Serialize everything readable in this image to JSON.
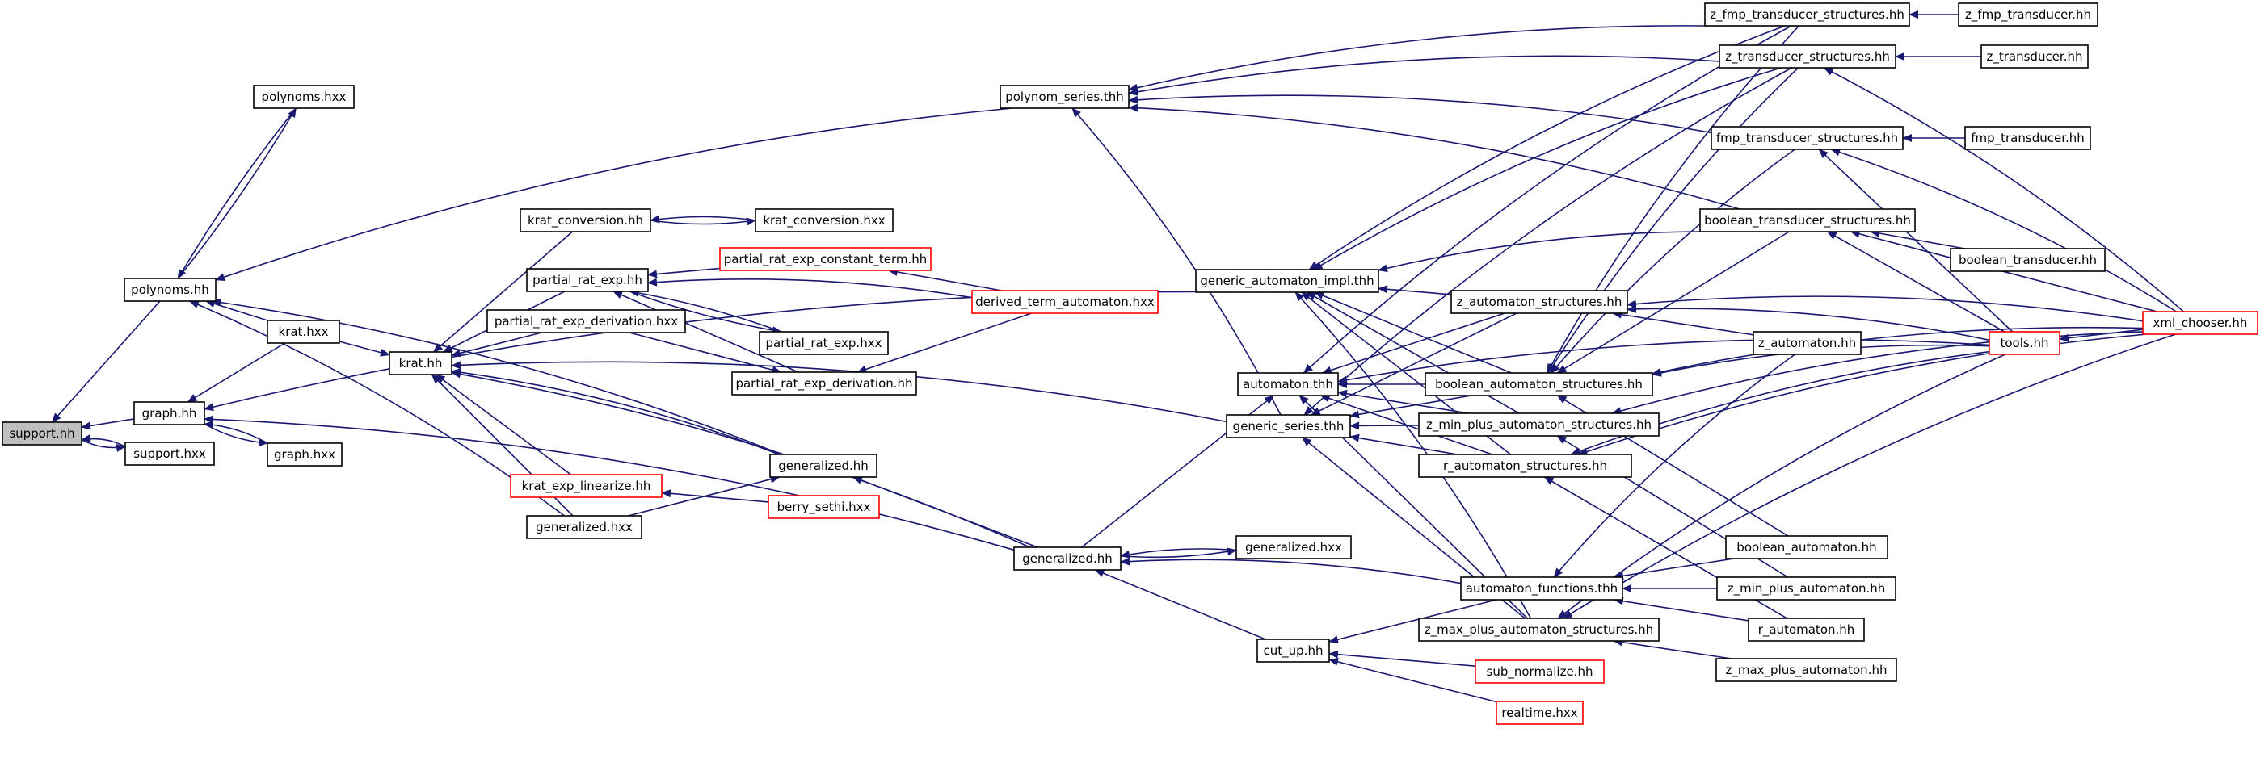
{
  "colors": {
    "edge": "#191970",
    "node_border": "#000000",
    "node_border_incomplete": "#ff0000",
    "root_fill": "#bfbfbf",
    "background": "#ffffff"
  },
  "nodes": [
    {
      "id": "support_hh",
      "label": "support.hh",
      "style": "root"
    },
    {
      "id": "polynoms_hh",
      "label": "polynoms.hh",
      "style": "normal"
    },
    {
      "id": "polynoms_hxx",
      "label": "polynoms.hxx",
      "style": "normal"
    },
    {
      "id": "graph_hh",
      "label": "graph.hh",
      "style": "normal"
    },
    {
      "id": "support_hxx",
      "label": "support.hxx",
      "style": "normal"
    },
    {
      "id": "krat_hxx",
      "label": "krat.hxx",
      "style": "normal"
    },
    {
      "id": "graph_hxx",
      "label": "graph.hxx",
      "style": "normal"
    },
    {
      "id": "krat_hh",
      "label": "krat.hh",
      "style": "normal"
    },
    {
      "id": "krat_conversion_hh",
      "label": "krat_conversion.hh",
      "style": "normal"
    },
    {
      "id": "krat_conversion_hxx",
      "label": "krat_conversion.hxx",
      "style": "normal"
    },
    {
      "id": "partial_rat_exp_hh",
      "label": "partial_rat_exp.hh",
      "style": "normal"
    },
    {
      "id": "partial_rat_exp_constant_term_hh",
      "label": "partial_rat_exp_constant_term.hh",
      "style": "incomplete"
    },
    {
      "id": "derived_term_automaton_hxx",
      "label": "derived_term_automaton.hxx",
      "style": "incomplete"
    },
    {
      "id": "partial_rat_exp_derivation_hxx",
      "label": "partial_rat_exp_derivation.hxx",
      "style": "normal"
    },
    {
      "id": "partial_rat_exp_hxx",
      "label": "partial_rat_exp.hxx",
      "style": "normal"
    },
    {
      "id": "partial_rat_exp_derivation_hh",
      "label": "partial_rat_exp_derivation.hh",
      "style": "normal"
    },
    {
      "id": "krat_exp_linearize_hh",
      "label": "krat_exp_linearize.hh",
      "style": "incomplete"
    },
    {
      "id": "berry_sethi_hxx",
      "label": "berry_sethi.hxx",
      "style": "incomplete"
    },
    {
      "id": "generalized_hh_a",
      "label": "generalized.hh",
      "style": "normal"
    },
    {
      "id": "generalized_hxx_a",
      "label": "generalized.hxx",
      "style": "normal"
    },
    {
      "id": "polynom_series_thh",
      "label": "polynom_series.thh",
      "style": "normal"
    },
    {
      "id": "generic_automaton_impl_thh",
      "label": "generic_automaton_impl.thh",
      "style": "normal"
    },
    {
      "id": "automaton_thh",
      "label": "automaton.thh",
      "style": "normal"
    },
    {
      "id": "generic_series_thh",
      "label": "generic_series.thh",
      "style": "normal"
    },
    {
      "id": "generalized_hh_b",
      "label": "generalized.hh",
      "style": "normal"
    },
    {
      "id": "generalized_hxx_b",
      "label": "generalized.hxx",
      "style": "normal"
    },
    {
      "id": "cut_up_hh",
      "label": "cut_up.hh",
      "style": "normal"
    },
    {
      "id": "z_fmp_transducer_structures_hh",
      "label": "z_fmp_transducer_structures.hh",
      "style": "normal"
    },
    {
      "id": "z_fmp_transducer_hh",
      "label": "z_fmp_transducer.hh",
      "style": "normal"
    },
    {
      "id": "z_transducer_structures_hh",
      "label": "z_transducer_structures.hh",
      "style": "normal"
    },
    {
      "id": "z_transducer_hh",
      "label": "z_transducer.hh",
      "style": "normal"
    },
    {
      "id": "fmp_transducer_structures_hh",
      "label": "fmp_transducer_structures.hh",
      "style": "normal"
    },
    {
      "id": "fmp_transducer_hh",
      "label": "fmp_transducer.hh",
      "style": "normal"
    },
    {
      "id": "boolean_transducer_structures_hh",
      "label": "boolean_transducer_structures.hh",
      "style": "normal"
    },
    {
      "id": "boolean_transducer_hh",
      "label": "boolean_transducer.hh",
      "style": "normal"
    },
    {
      "id": "z_automaton_structures_hh",
      "label": "z_automaton_structures.hh",
      "style": "normal"
    },
    {
      "id": "z_automaton_hh",
      "label": "z_automaton.hh",
      "style": "normal"
    },
    {
      "id": "boolean_automaton_structures_hh",
      "label": "boolean_automaton_structures.hh",
      "style": "normal"
    },
    {
      "id": "z_min_plus_automaton_structures_hh",
      "label": "z_min_plus_automaton_structures.hh",
      "style": "normal"
    },
    {
      "id": "r_automaton_structures_hh",
      "label": "r_automaton_structures.hh",
      "style": "normal"
    },
    {
      "id": "automaton_functions_thh",
      "label": "automaton_functions.thh",
      "style": "normal"
    },
    {
      "id": "z_max_plus_automaton_structures_hh",
      "label": "z_max_plus_automaton_structures.hh",
      "style": "normal"
    },
    {
      "id": "sub_normalize_hh",
      "label": "sub_normalize.hh",
      "style": "incomplete"
    },
    {
      "id": "realtime_hxx",
      "label": "realtime.hxx",
      "style": "incomplete"
    },
    {
      "id": "boolean_automaton_hh",
      "label": "boolean_automaton.hh",
      "style": "normal"
    },
    {
      "id": "z_min_plus_automaton_hh",
      "label": "z_min_plus_automaton.hh",
      "style": "normal"
    },
    {
      "id": "r_automaton_hh",
      "label": "r_automaton.hh",
      "style": "normal"
    },
    {
      "id": "z_max_plus_automaton_hh",
      "label": "z_max_plus_automaton.hh",
      "style": "normal"
    },
    {
      "id": "tools_hh",
      "label": "tools.hh",
      "style": "incomplete"
    },
    {
      "id": "xml_chooser_hh",
      "label": "xml_chooser.hh",
      "style": "incomplete"
    }
  ],
  "edges": [
    {
      "from": "polynoms_hh",
      "to": "support_hh"
    },
    {
      "from": "graph_hh",
      "to": "support_hh"
    },
    {
      "from": "support_hxx",
      "to": "support_hh"
    },
    {
      "from": "support_hh",
      "to": "support_hxx"
    },
    {
      "from": "polynoms_hxx",
      "to": "polynoms_hh"
    },
    {
      "from": "polynoms_hh",
      "to": "polynoms_hxx"
    },
    {
      "from": "krat_hxx",
      "to": "polynoms_hh"
    },
    {
      "from": "polynom_series_thh",
      "to": "polynoms_hh"
    },
    {
      "from": "generalized_hh_a",
      "to": "polynoms_hh"
    },
    {
      "from": "generalized_hxx_a",
      "to": "polynoms_hh"
    },
    {
      "from": "krat_hxx",
      "to": "graph_hh"
    },
    {
      "from": "graph_hxx",
      "to": "graph_hh"
    },
    {
      "from": "graph_hh",
      "to": "graph_hxx"
    },
    {
      "from": "generic_automaton_impl_thh",
      "to": "graph_hh"
    },
    {
      "from": "generalized_hh_b",
      "to": "graph_hh"
    },
    {
      "from": "krat_hxx",
      "to": "krat_hh"
    },
    {
      "from": "krat_conversion_hh",
      "to": "krat_hh"
    },
    {
      "from": "partial_rat_exp_hh",
      "to": "krat_hh"
    },
    {
      "from": "partial_rat_exp_derivation_hxx",
      "to": "krat_hh"
    },
    {
      "from": "generic_series_thh",
      "to": "krat_hh"
    },
    {
      "from": "krat_exp_linearize_hh",
      "to": "krat_hh"
    },
    {
      "from": "generalized_hh_a",
      "to": "krat_hh"
    },
    {
      "from": "generalized_hxx_a",
      "to": "krat_hh"
    },
    {
      "from": "generalized_hh_b",
      "to": "krat_hh"
    },
    {
      "from": "krat_conversion_hxx",
      "to": "krat_conversion_hh"
    },
    {
      "from": "krat_conversion_hh",
      "to": "krat_conversion_hxx"
    },
    {
      "from": "partial_rat_exp_constant_term_hh",
      "to": "partial_rat_exp_hh"
    },
    {
      "from": "derived_term_automaton_hxx",
      "to": "partial_rat_exp_hh"
    },
    {
      "from": "partial_rat_exp_hxx",
      "to": "partial_rat_exp_hh"
    },
    {
      "from": "partial_rat_exp_hh",
      "to": "partial_rat_exp_hxx"
    },
    {
      "from": "partial_rat_exp_derivation_hh",
      "to": "partial_rat_exp_hh"
    },
    {
      "from": "derived_term_automaton_hxx",
      "to": "partial_rat_exp_constant_term_hh"
    },
    {
      "from": "derived_term_automaton_hxx",
      "to": "partial_rat_exp_derivation_hh"
    },
    {
      "from": "partial_rat_exp_derivation_hxx",
      "to": "partial_rat_exp_derivation_hh"
    },
    {
      "from": "berry_sethi_hxx",
      "to": "krat_exp_linearize_hh"
    },
    {
      "from": "generalized_hxx_a",
      "to": "generalized_hh_a"
    },
    {
      "from": "generalized_hh_b",
      "to": "generalized_hh_a"
    },
    {
      "from": "generic_series_thh",
      "to": "polynom_series_thh"
    },
    {
      "from": "z_fmp_transducer_structures_hh",
      "to": "polynom_series_thh"
    },
    {
      "from": "z_transducer_structures_hh",
      "to": "polynom_series_thh"
    },
    {
      "from": "fmp_transducer_structures_hh",
      "to": "polynom_series_thh"
    },
    {
      "from": "boolean_transducer_structures_hh",
      "to": "polynom_series_thh"
    },
    {
      "from": "z_fmp_transducer_hh",
      "to": "z_fmp_transducer_structures_hh"
    },
    {
      "from": "z_transducer_hh",
      "to": "z_transducer_structures_hh"
    },
    {
      "from": "fmp_transducer_hh",
      "to": "fmp_transducer_structures_hh"
    },
    {
      "from": "tools_hh",
      "to": "fmp_transducer_structures_hh"
    },
    {
      "from": "xml_chooser_hh",
      "to": "fmp_transducer_structures_hh"
    },
    {
      "from": "boolean_transducer_hh",
      "to": "boolean_transducer_structures_hh"
    },
    {
      "from": "tools_hh",
      "to": "boolean_transducer_structures_hh"
    },
    {
      "from": "xml_chooser_hh",
      "to": "boolean_transducer_structures_hh"
    },
    {
      "from": "z_fmp_transducer_structures_hh",
      "to": "generic_automaton_impl_thh"
    },
    {
      "from": "z_transducer_structures_hh",
      "to": "generic_automaton_impl_thh"
    },
    {
      "from": "boolean_transducer_structures_hh",
      "to": "generic_automaton_impl_thh"
    },
    {
      "from": "z_automaton_structures_hh",
      "to": "generic_automaton_impl_thh"
    },
    {
      "from": "boolean_automaton_structures_hh",
      "to": "generic_automaton_impl_thh"
    },
    {
      "from": "z_min_plus_automaton_structures_hh",
      "to": "generic_automaton_impl_thh"
    },
    {
      "from": "r_automaton_structures_hh",
      "to": "generic_automaton_impl_thh"
    },
    {
      "from": "z_max_plus_automaton_structures_hh",
      "to": "generic_automaton_impl_thh"
    },
    {
      "from": "generalized_hh_b",
      "to": "automaton_thh"
    },
    {
      "from": "z_automaton_structures_hh",
      "to": "automaton_thh"
    },
    {
      "from": "boolean_automaton_structures_hh",
      "to": "automaton_thh"
    },
    {
      "from": "z_min_plus_automaton_structures_hh",
      "to": "automaton_thh"
    },
    {
      "from": "r_automaton_structures_hh",
      "to": "automaton_thh"
    },
    {
      "from": "z_max_plus_automaton_structures_hh",
      "to": "automaton_thh"
    },
    {
      "from": "z_fmp_transducer_structures_hh",
      "to": "automaton_thh"
    },
    {
      "from": "tools_hh",
      "to": "automaton_thh"
    },
    {
      "from": "z_automaton_structures_hh",
      "to": "generic_series_thh"
    },
    {
      "from": "boolean_automaton_structures_hh",
      "to": "generic_series_thh"
    },
    {
      "from": "z_min_plus_automaton_structures_hh",
      "to": "generic_series_thh"
    },
    {
      "from": "r_automaton_structures_hh",
      "to": "generic_series_thh"
    },
    {
      "from": "z_max_plus_automaton_structures_hh",
      "to": "generic_series_thh"
    },
    {
      "from": "z_transducer_structures_hh",
      "to": "generic_series_thh"
    },
    {
      "from": "generalized_hxx_b",
      "to": "generalized_hh_b"
    },
    {
      "from": "generalized_hh_b",
      "to": "generalized_hxx_b"
    },
    {
      "from": "automaton_functions_thh",
      "to": "generalized_hh_b"
    },
    {
      "from": "cut_up_hh",
      "to": "generalized_hh_b"
    },
    {
      "from": "automaton_functions_thh",
      "to": "cut_up_hh"
    },
    {
      "from": "sub_normalize_hh",
      "to": "cut_up_hh"
    },
    {
      "from": "realtime_hxx",
      "to": "cut_up_hh"
    },
    {
      "from": "z_automaton_hh",
      "to": "z_automaton_structures_hh"
    },
    {
      "from": "tools_hh",
      "to": "z_automaton_structures_hh"
    },
    {
      "from": "xml_chooser_hh",
      "to": "z_automaton_structures_hh"
    },
    {
      "from": "tools_hh",
      "to": "boolean_automaton_structures_hh"
    },
    {
      "from": "xml_chooser_hh",
      "to": "boolean_automaton_structures_hh"
    },
    {
      "from": "boolean_automaton_hh",
      "to": "boolean_automaton_structures_hh"
    },
    {
      "from": "z_fmp_transducer_structures_hh",
      "to": "boolean_automaton_structures_hh"
    },
    {
      "from": "z_transducer_structures_hh",
      "to": "boolean_automaton_structures_hh"
    },
    {
      "from": "fmp_transducer_structures_hh",
      "to": "boolean_automaton_structures_hh"
    },
    {
      "from": "boolean_transducer_structures_hh",
      "to": "boolean_automaton_structures_hh"
    },
    {
      "from": "z_min_plus_automaton_hh",
      "to": "z_min_plus_automaton_structures_hh"
    },
    {
      "from": "xml_chooser_hh",
      "to": "z_min_plus_automaton_structures_hh"
    },
    {
      "from": "r_automaton_hh",
      "to": "r_automaton_structures_hh"
    },
    {
      "from": "tools_hh",
      "to": "r_automaton_structures_hh"
    },
    {
      "from": "xml_chooser_hh",
      "to": "r_automaton_structures_hh"
    },
    {
      "from": "boolean_automaton_hh",
      "to": "automaton_functions_thh"
    },
    {
      "from": "z_min_plus_automaton_hh",
      "to": "automaton_functions_thh"
    },
    {
      "from": "r_automaton_hh",
      "to": "automaton_functions_thh"
    },
    {
      "from": "z_automaton_hh",
      "to": "automaton_functions_thh"
    },
    {
      "from": "z_max_plus_automaton_hh",
      "to": "z_max_plus_automaton_structures_hh"
    },
    {
      "from": "tools_hh",
      "to": "z_max_plus_automaton_structures_hh"
    },
    {
      "from": "xml_chooser_hh",
      "to": "z_max_plus_automaton_structures_hh"
    },
    {
      "from": "xml_chooser_hh",
      "to": "tools_hh"
    },
    {
      "from": "xml_chooser_hh",
      "to": "z_transducer_structures_hh"
    }
  ]
}
